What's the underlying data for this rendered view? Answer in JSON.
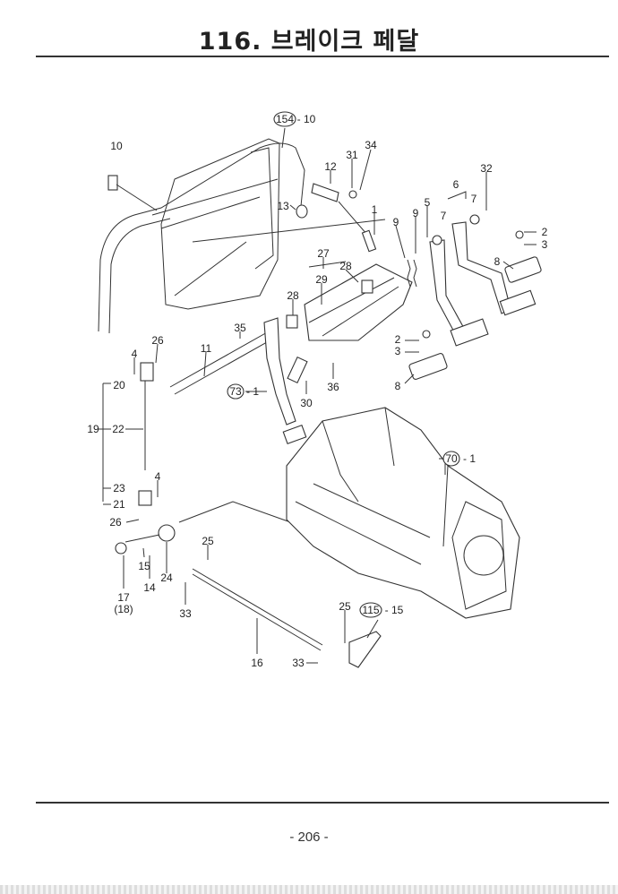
{
  "page": {
    "title": "116. 브레이크 페달",
    "page_number": "- 206 -"
  },
  "diagram": {
    "labels": [
      "154",
      "- 10",
      "10",
      "12",
      "31",
      "34",
      "13",
      "1",
      "32",
      "6",
      "7",
      "7",
      "5",
      "9",
      "9",
      "2",
      "3",
      "8",
      "27",
      "28",
      "28",
      "29",
      "35",
      "26",
      "4",
      "11",
      "20",
      "73",
      "- 1",
      "30",
      "36",
      "2",
      "3",
      "8",
      "19",
      "22",
      "70",
      "- 1",
      "4",
      "23",
      "21",
      "26",
      "25",
      "15",
      "24",
      "14",
      "17",
      "(18)",
      "33",
      "25",
      "115",
      "- 15",
      "16",
      "33"
    ]
  }
}
